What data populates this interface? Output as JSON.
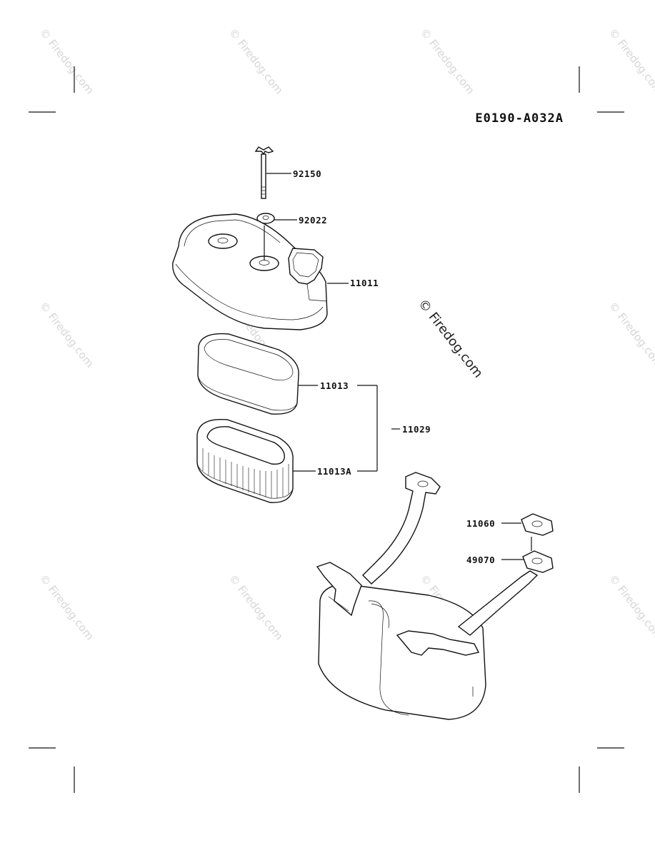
{
  "diagram": {
    "code": "E0190-A032A",
    "watermark": "© Firedog.com",
    "labels": {
      "wing_bolt": "92150",
      "washer": "92022",
      "cover": "11011",
      "pre_cleaner": "11013",
      "assembly": "11029",
      "element": "11013A",
      "gasket_a": "11060",
      "gasket_b": "49070"
    }
  }
}
